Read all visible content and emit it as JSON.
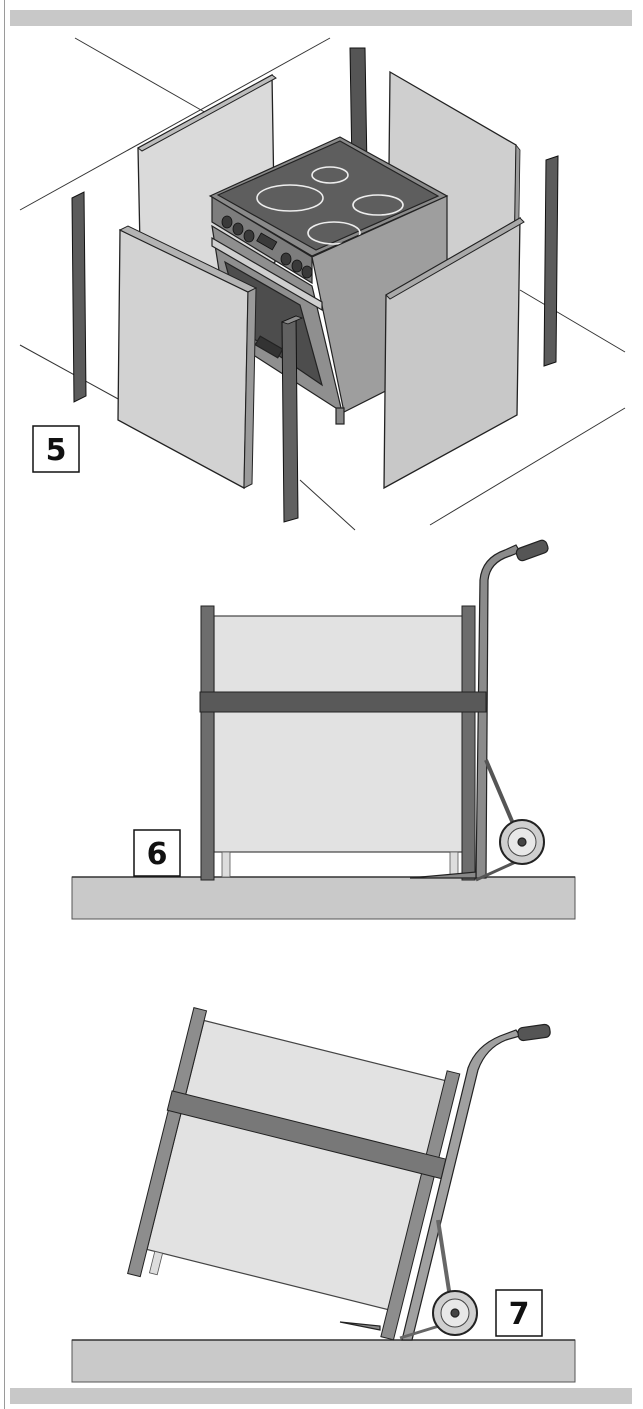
{
  "steps": [
    {
      "number": "5"
    },
    {
      "number": "6"
    },
    {
      "number": "7"
    }
  ],
  "colors": {
    "panel": "#d9d9d9",
    "panel_dark": "#bdbdbd",
    "post": "#6e6e6e",
    "strap": "#555555",
    "floor": "#c9c9c9",
    "bar": "#c8c8c8"
  }
}
